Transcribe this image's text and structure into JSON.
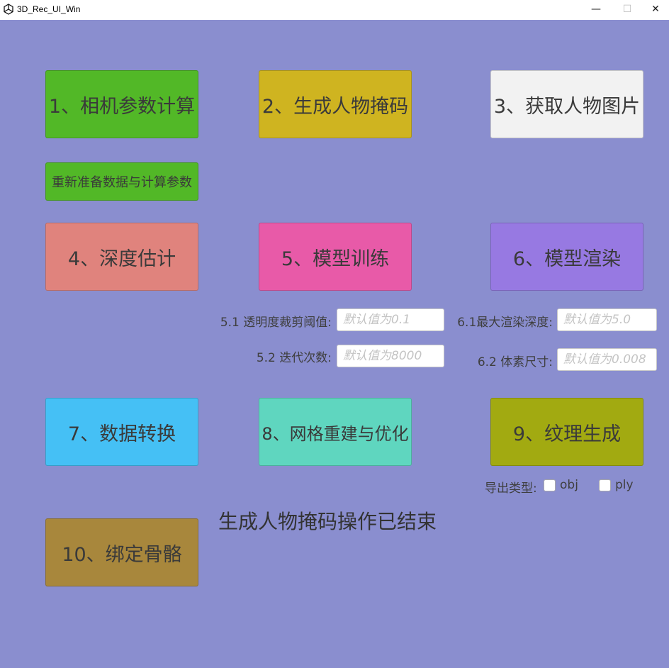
{
  "window": {
    "title": "3D_Rec_UI_Win",
    "minimize_glyph": "—",
    "maximize_glyph": "☐",
    "close_glyph": "✕",
    "app_icon": "unity-logo-icon"
  },
  "buttons": {
    "camera_params": {
      "label": "1、相机参数计算",
      "color": "#52b827"
    },
    "person_mask": {
      "label": "2、生成人物掩码",
      "color": "#cfb420"
    },
    "person_images": {
      "label": "3、获取人物图片",
      "color": "#f2f2f2"
    },
    "reprepare": {
      "label": "重新准备数据与计算参数",
      "color": "#52b827"
    },
    "depth_estimation": {
      "label": "4、深度估计",
      "color": "#e0837d"
    },
    "model_training": {
      "label": "5、模型训练",
      "color": "#e85aa8"
    },
    "model_render": {
      "label": "6、模型渲染",
      "color": "#9779e2"
    },
    "data_convert": {
      "label": "7、数据转换",
      "color": "#45c0f5"
    },
    "mesh_rebuild": {
      "label": "8、网格重建与优化",
      "color": "#5fd6bf"
    },
    "texture_gen": {
      "label": "9、纹理生成",
      "color": "#a2aa11"
    },
    "bind_skeleton": {
      "label": "10、绑定骨骼",
      "color": "#a8873c"
    }
  },
  "params": {
    "alpha_threshold": {
      "label": "5.1 透明度裁剪阈值:",
      "placeholder": "默认值为0.1"
    },
    "iterations": {
      "label": "5.2 迭代次数:",
      "placeholder": "默认值为8000"
    },
    "max_depth": {
      "label": "6.1最大渲染深度:",
      "placeholder": "默认值为5.0"
    },
    "voxel_size": {
      "label": "6.2 体素尺寸:",
      "placeholder": "默认值为0.008"
    }
  },
  "export": {
    "label": "导出类型:",
    "options": [
      {
        "label": "obj",
        "checked": false
      },
      {
        "label": "ply",
        "checked": false
      }
    ]
  },
  "status_text": "生成人物掩码操作已结束",
  "background_color": "#8a8ecf"
}
